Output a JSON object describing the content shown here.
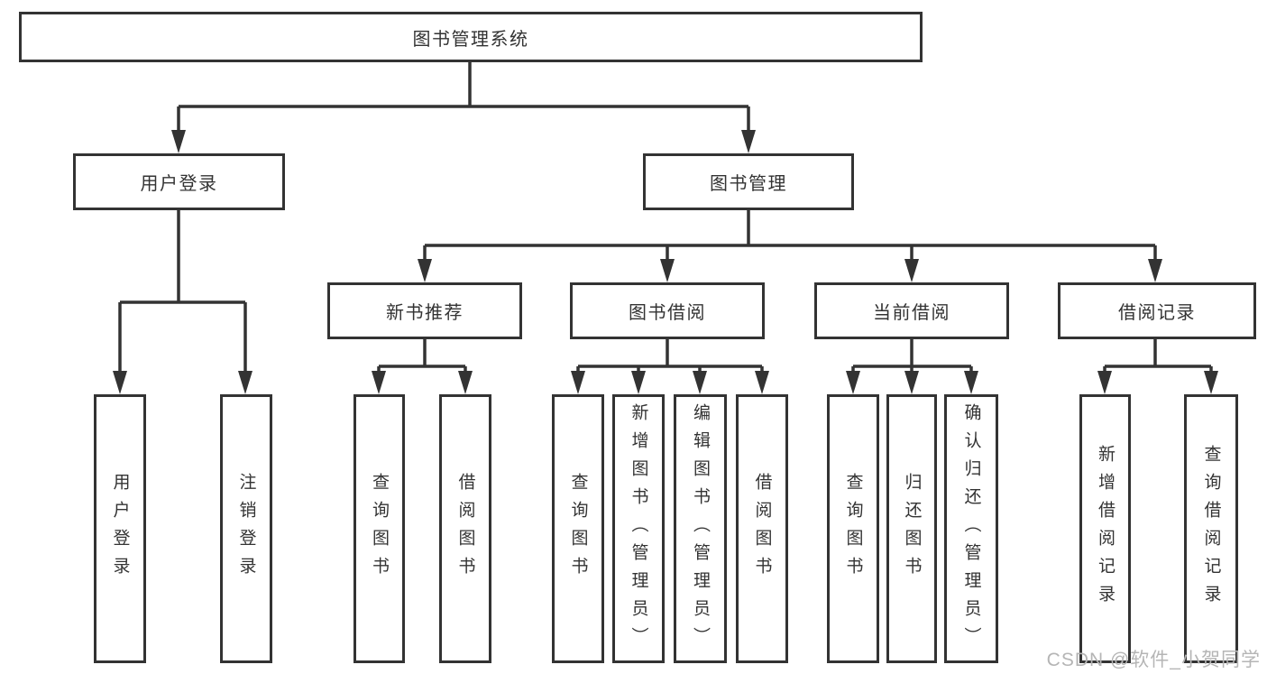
{
  "diagram": {
    "root": {
      "label": "图书管理系统"
    },
    "branches": {
      "user_login": {
        "label": "用户登录",
        "children": [
          {
            "label": "用户登录"
          },
          {
            "label": "注销登录"
          }
        ]
      },
      "book_management": {
        "label": "图书管理",
        "children": {
          "new_book_recommend": {
            "label": "新书推荐",
            "children": [
              {
                "label": "查询图书"
              },
              {
                "label": "借阅图书"
              }
            ]
          },
          "book_borrow": {
            "label": "图书借阅",
            "children": [
              {
                "label": "查询图书"
              },
              {
                "label": "新增图书（管理员）"
              },
              {
                "label": "编辑图书（管理员）"
              },
              {
                "label": "借阅图书"
              }
            ]
          },
          "current_borrow": {
            "label": "当前借阅",
            "children": [
              {
                "label": "查询图书"
              },
              {
                "label": "归还图书"
              },
              {
                "label": "确认归还（管理员）"
              }
            ]
          },
          "borrow_records": {
            "label": "借阅记录",
            "children": [
              {
                "label": "新增借阅记录"
              },
              {
                "label": "查询借阅记录"
              }
            ]
          }
        }
      }
    }
  },
  "watermark": {
    "text": "CSDN @软件_小贺同学"
  },
  "colors": {
    "line": "#333333",
    "text": "#333333",
    "box_background": "#ffffff",
    "page_background": "#ffffff",
    "watermark": "#b5b5b5"
  }
}
